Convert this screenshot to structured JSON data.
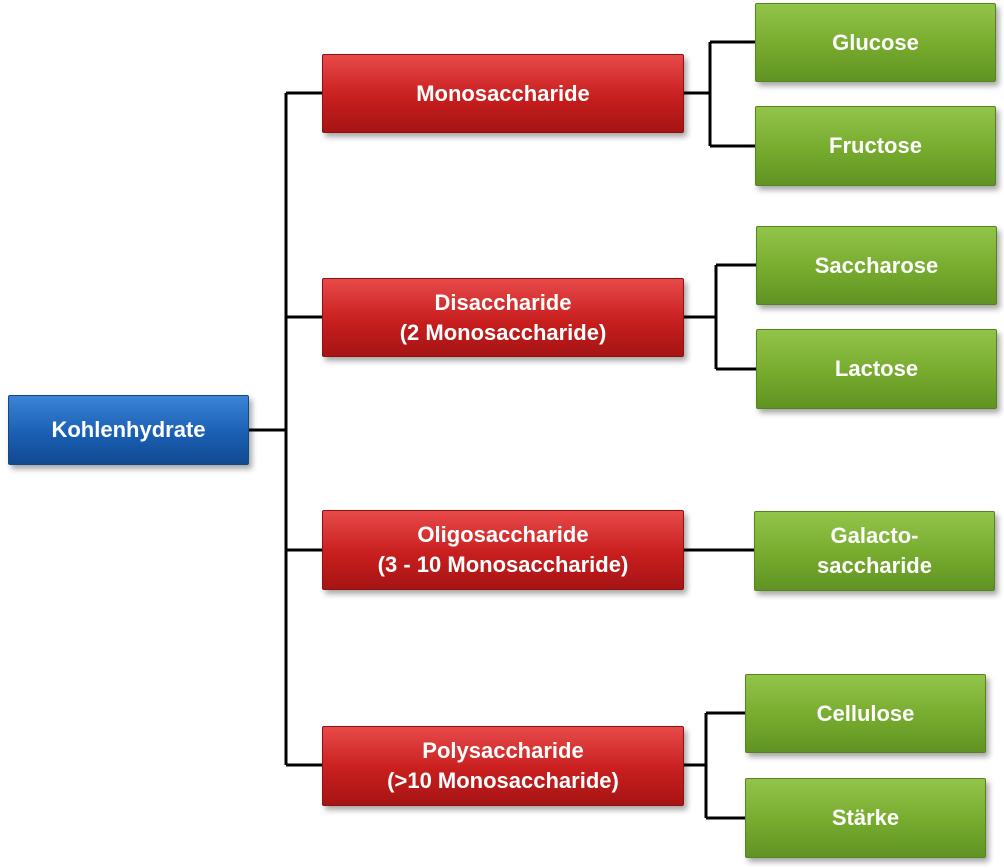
{
  "root": {
    "label": "Kohlenhydrate"
  },
  "categories": [
    {
      "lines": [
        "Monosaccharide"
      ],
      "children": [
        "Glucose",
        "Fructose"
      ]
    },
    {
      "lines": [
        "Disaccharide",
        "(2 Monosaccharide)"
      ],
      "children": [
        "Saccharose",
        "Lactose"
      ]
    },
    {
      "lines": [
        "Oligosaccharide",
        "(3 - 10 Monosaccharide)"
      ],
      "children": [
        "Galacto-\nsaccharide"
      ]
    },
    {
      "lines": [
        "Polysaccharide",
        "(>10 Monosaccharide)"
      ],
      "children": [
        "Cellulose",
        "Stärke"
      ]
    }
  ]
}
